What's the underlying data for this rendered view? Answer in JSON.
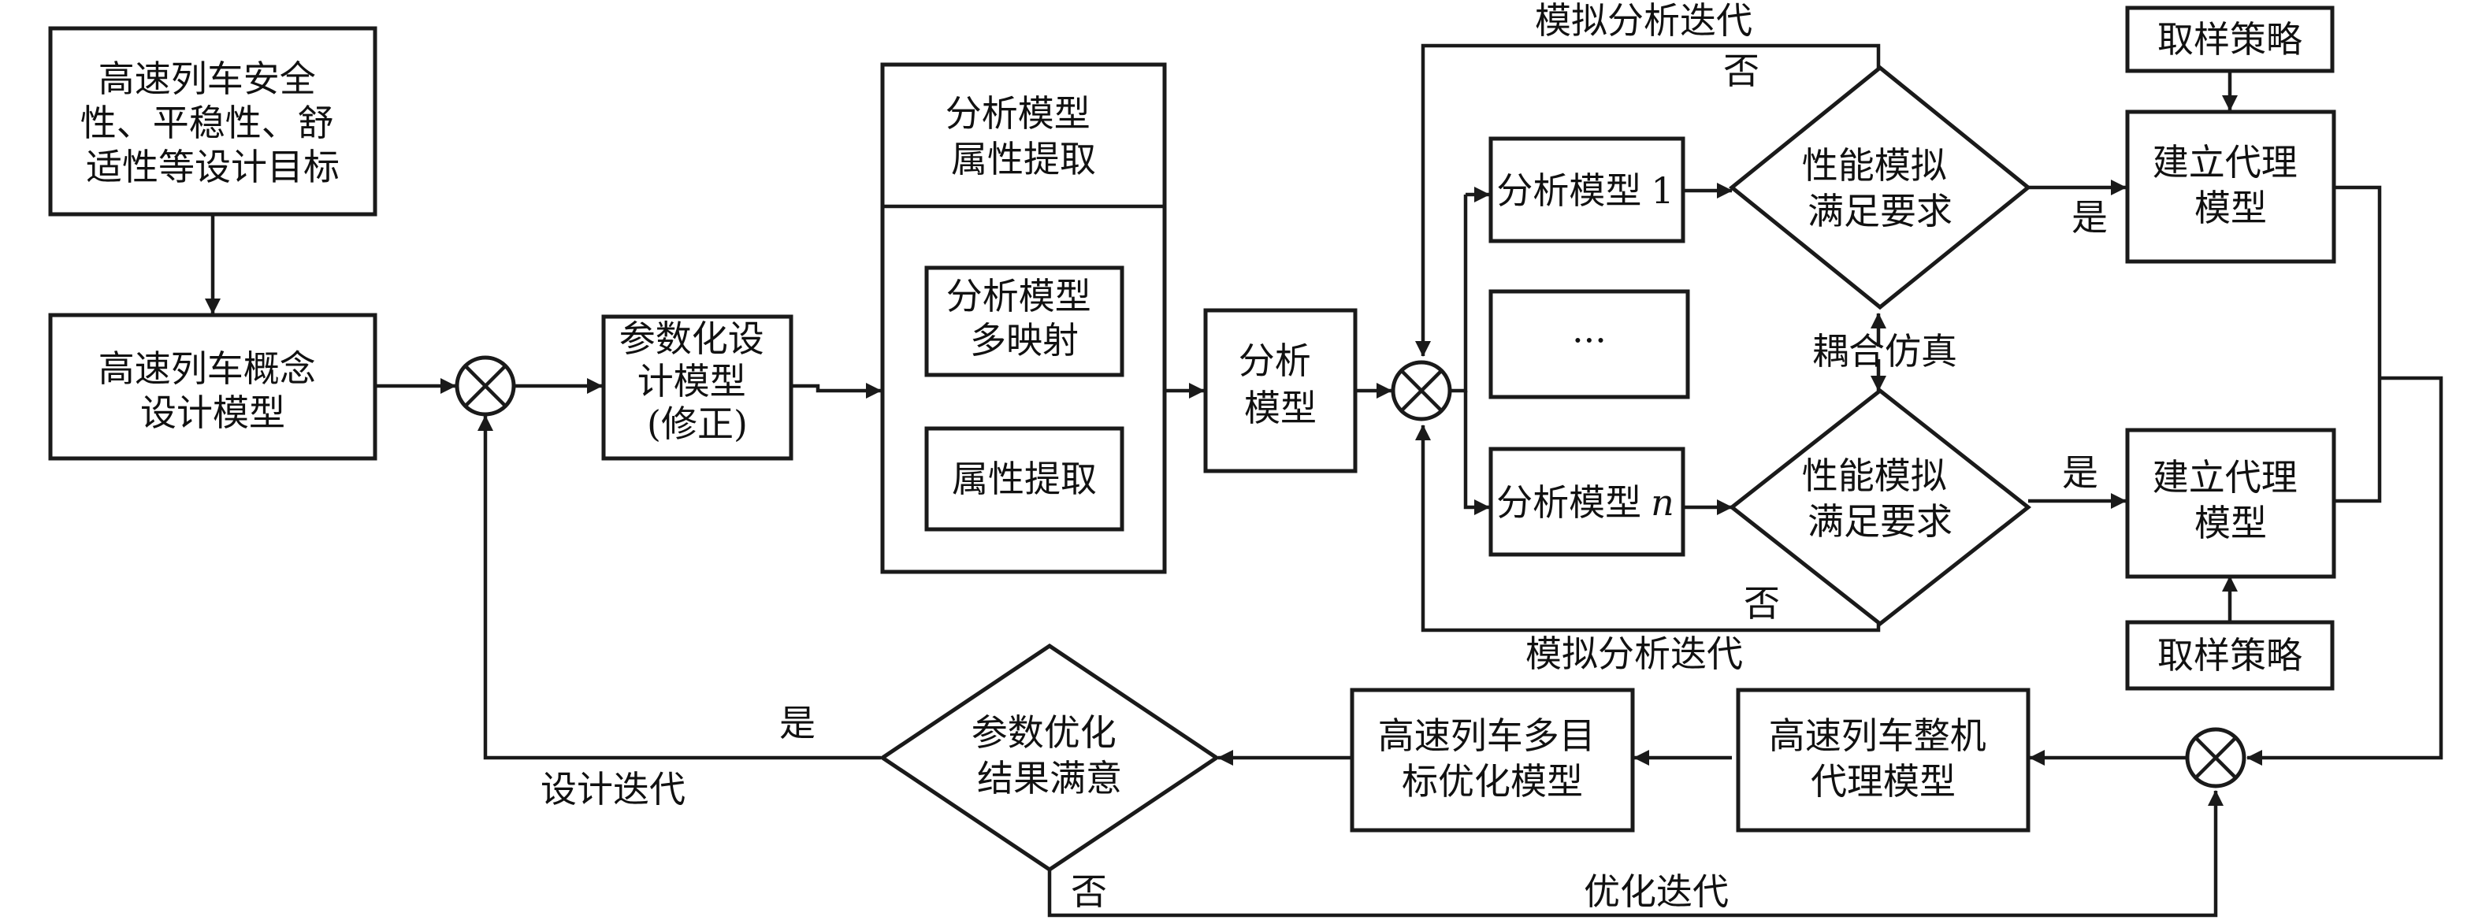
{
  "diagram": {
    "nodes": {
      "design_goal": [
        "高速列车安全",
        "性、平稳性、舒",
        "适性等设计目标"
      ],
      "concept_model": [
        "高速列车概念",
        "设计模型"
      ],
      "param_model": [
        "参数化设",
        "计模型",
        "(修正)"
      ],
      "attr_group_title": [
        "分析模型",
        "属性提取"
      ],
      "multi_map": [
        "分析模型",
        "多映射"
      ],
      "attr_extract": [
        "属性提取"
      ],
      "analysis_model": [
        "分析",
        "模型"
      ],
      "analysis_model_1": {
        "text": "分析模型",
        "index": "1"
      },
      "ellipsis": "···",
      "analysis_model_n": {
        "text": "分析模型",
        "index": "n"
      },
      "perf_check_top": [
        "性能模拟",
        "满足要求"
      ],
      "perf_check_bottom": [
        "性能模拟",
        "满足要求"
      ],
      "surrogate_top": [
        "建立代理",
        "模型"
      ],
      "surrogate_bottom": [
        "建立代理",
        "模型"
      ],
      "sampling_top": "取样策略",
      "sampling_bottom": "取样策略",
      "train_surrogate": [
        "高速列车整机",
        "代理模型"
      ],
      "mo_optimization": [
        "高速列车多目",
        "标优化模型"
      ],
      "opt_check": [
        "参数优化",
        "结果满意"
      ]
    },
    "edge_labels": {
      "sim_iter_top": "模拟分析迭代",
      "no_top": "否",
      "coupled_sim": "耦合仿真",
      "yes_top": "是",
      "yes_bottom": "是",
      "no_bottom": "否",
      "sim_iter_bottom": "模拟分析迭代",
      "yes_opt": "是",
      "design_iter": "设计迭代",
      "no_opt": "否",
      "opt_iter": "优化迭代"
    }
  }
}
